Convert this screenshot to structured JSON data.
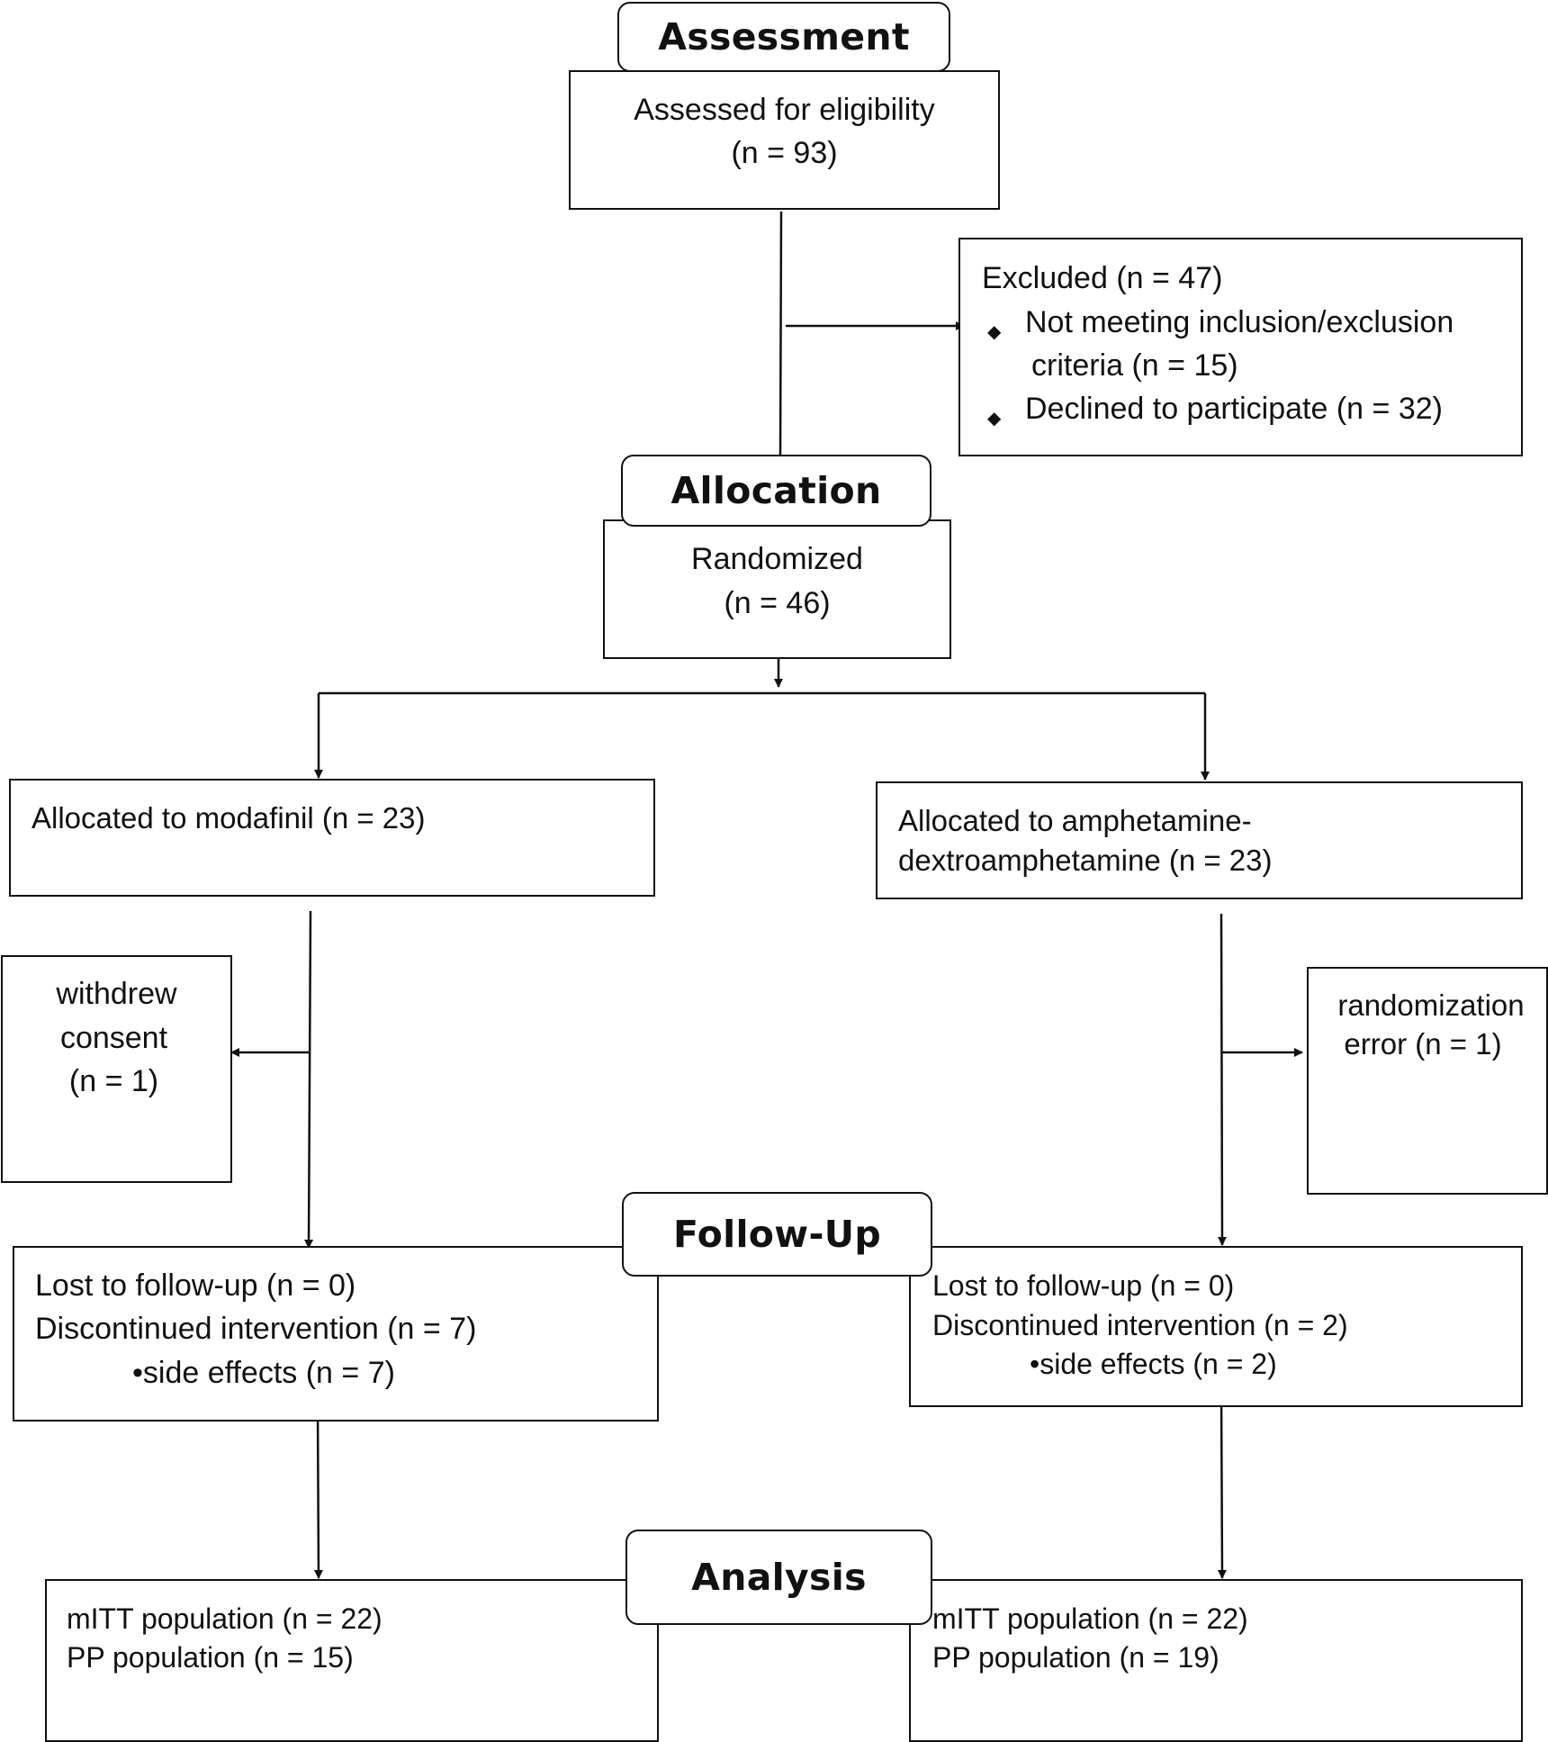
{
  "stages": {
    "assessment": "Assessment",
    "allocation": "Allocation",
    "follow_up": "Follow-Up",
    "analysis": "Analysis"
  },
  "assessed": {
    "line1": "Assessed for eligibility",
    "line2": "(n = 93)"
  },
  "excluded": {
    "title": "Excluded (n = 47)",
    "bullet": "◆",
    "item1_line1": "Not meeting inclusion/exclusion",
    "item1_line2": "criteria (n = 15)",
    "item2": "Declined to participate (n = 32)"
  },
  "randomized": {
    "line1": "Randomized",
    "line2": "(n = 46)"
  },
  "arm_left": {
    "allocated": "Allocated to modafinil (n = 23)",
    "side_line1": "withdrew",
    "side_line2": "consent",
    "side_line3": "(n = 1)",
    "followup_line1": "Lost to follow-up (n = 0)",
    "followup_line2": "Discontinued intervention (n = 7)",
    "followup_line3": "•side effects (n = 7)",
    "analysis_line1": "mITT population (n = 22)",
    "analysis_line2": "PP population (n = 15)"
  },
  "arm_right": {
    "allocated_line1": "Allocated to amphetamine-",
    "allocated_line2": "dextroamphetamine (n = 23)",
    "side_line1": "randomization",
    "side_line2": "error (n = 1)",
    "followup_line1": "Lost to follow-up (n = 0)",
    "followup_line2": "Discontinued intervention (n = 2)",
    "followup_line3": "•side effects (n = 2)",
    "analysis_line1": "mITT population (n = 22)",
    "analysis_line2": "PP population (n = 19)"
  }
}
